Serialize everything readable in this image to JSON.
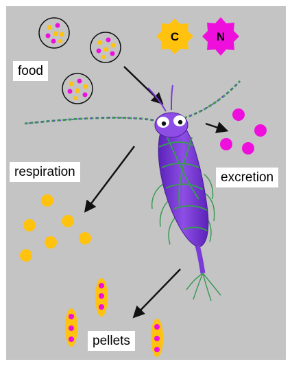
{
  "labels": {
    "food": "food",
    "respiration": "respiration",
    "excretion": "excretion",
    "pellets": "pellets"
  },
  "legend": {
    "carbon_symbol": "C",
    "nitrogen_symbol": "N"
  },
  "colors": {
    "background": "#c4c4c4",
    "frame": "#ffffff",
    "carbon": "#ffc20e",
    "nitrogen": "#ee0fdc",
    "copepod_body": "#7a3bd6",
    "copepod_segments": "#3a9a55",
    "arrow": "#111111"
  }
}
